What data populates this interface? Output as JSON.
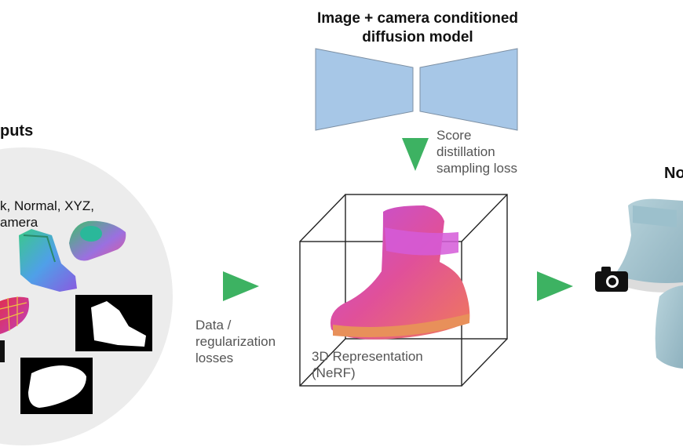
{
  "diffusion": {
    "title_line1": "Image + camera conditioned",
    "title_line2": "diffusion model",
    "color": "#a7c7e7"
  },
  "sds": {
    "line1": "Score",
    "line2": "distillation",
    "line3": "sampling loss"
  },
  "inputs": {
    "title": "puts",
    "caption_line1": "k, Normal, XYZ,",
    "caption_line2": "amera"
  },
  "losses": {
    "line1": "Data /",
    "line2": "regularization",
    "line3": "losses"
  },
  "nerf": {
    "line1": "3D Representation",
    "line2": "(NeRF)"
  },
  "output": {
    "title": "No"
  },
  "colors": {
    "arrow": "#3db262",
    "circle_bg": "#ececec"
  }
}
